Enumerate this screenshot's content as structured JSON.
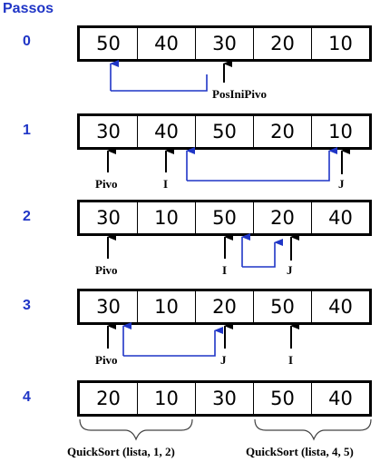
{
  "title": "Passos",
  "steps": [
    {
      "num": "0",
      "values": [
        "50",
        "40",
        "30",
        "20",
        "10"
      ],
      "labels": [
        "PosIniPivo"
      ]
    },
    {
      "num": "1",
      "values": [
        "30",
        "40",
        "50",
        "20",
        "10"
      ],
      "labels": [
        "Pivo",
        "I",
        "J"
      ]
    },
    {
      "num": "2",
      "values": [
        "30",
        "10",
        "50",
        "20",
        "40"
      ],
      "labels": [
        "Pivo",
        "I",
        "J"
      ]
    },
    {
      "num": "3",
      "values": [
        "30",
        "10",
        "20",
        "50",
        "40"
      ],
      "labels": [
        "Pivo",
        "J",
        "I"
      ]
    },
    {
      "num": "4",
      "values": [
        "20",
        "10",
        "30",
        "50",
        "40"
      ],
      "labels": []
    }
  ],
  "calls": [
    "QuickSort (lista, 1, 2)",
    "QuickSort (lista, 4, 5)"
  ],
  "colors": {
    "accent": "#1f35c6",
    "arrow": "#000000"
  }
}
